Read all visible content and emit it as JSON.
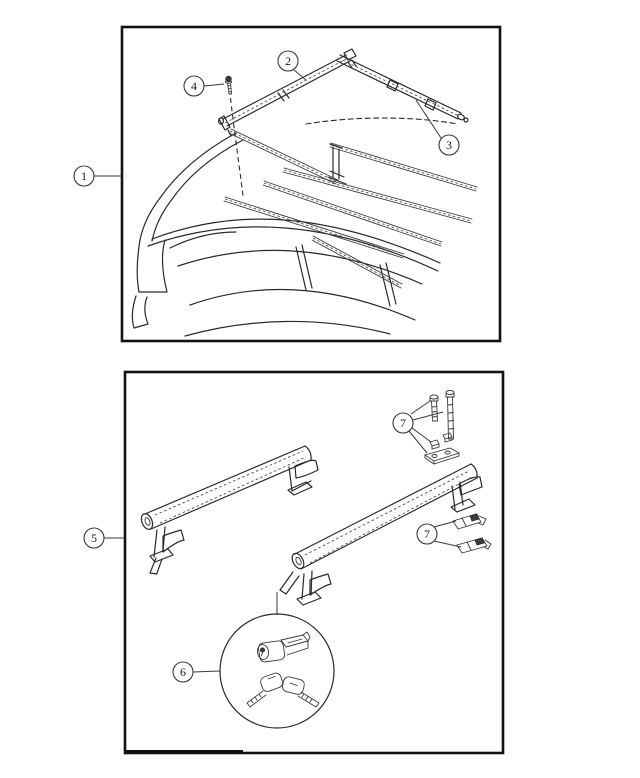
{
  "page": {
    "background": "#ffffff",
    "line_color": "#2a2a2a",
    "panel_border_color": "#121212"
  },
  "figure_installed": {
    "name": "roof rack installed view",
    "callouts": {
      "c1": {
        "label": "1",
        "part": "roof-rack-assembly"
      },
      "c2": {
        "label": "2",
        "part": "side-rail-left"
      },
      "c3": {
        "label": "3",
        "part": "side-rail-right"
      },
      "c4": {
        "label": "4",
        "part": "attaching-screw"
      }
    }
  },
  "figure_kit": {
    "name": "removable cross bar kit view",
    "callouts": {
      "c5": {
        "label": "5",
        "part": "cross-bar-kit"
      },
      "c6": {
        "label": "6",
        "part": "lock-cylinder-and-keys"
      },
      "c7_hardware": {
        "label": "7",
        "part": "attaching-hardware"
      },
      "c7_straps": {
        "label": "7",
        "part": "retainer-straps"
      }
    }
  }
}
